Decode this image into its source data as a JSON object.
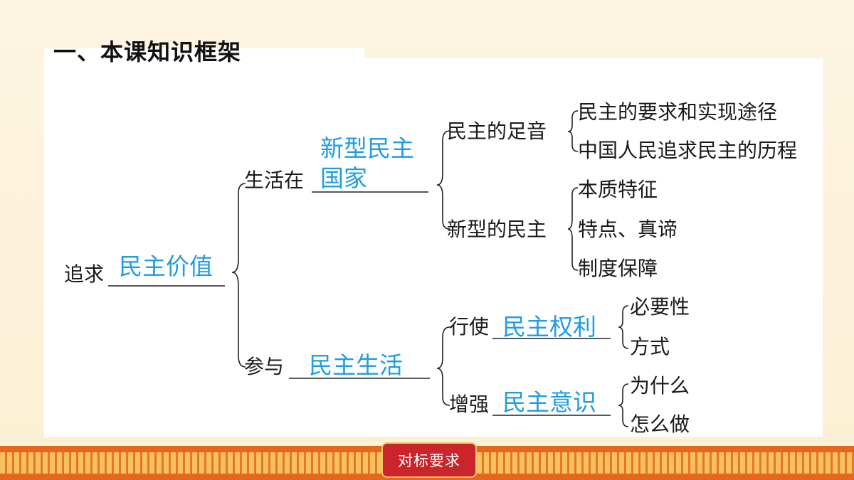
{
  "header": {
    "title": "一、本课知识框架"
  },
  "diagram": {
    "root": {
      "prefix": "追求",
      "answer": "民主价值"
    },
    "branch_live": {
      "prefix": "生活在",
      "answer_line1": "新型民主",
      "answer_line2": "国家"
    },
    "node_footsteps": {
      "label": "民主的足音"
    },
    "footsteps_items": [
      "民主的要求和实现途径",
      "中国人民追求民主的历程"
    ],
    "node_new_democracy": {
      "label": "新型的民主"
    },
    "new_democracy_items": [
      "本质特征",
      "特点、真谛",
      "制度保障"
    ],
    "branch_participate": {
      "prefix": "参与",
      "answer": "民主生活"
    },
    "node_exercise": {
      "prefix": "行使",
      "answer": "民主权利"
    },
    "exercise_items": [
      "必要性",
      "方式"
    ],
    "node_enhance": {
      "prefix": "增强",
      "answer": "民主意识"
    },
    "enhance_items": [
      "为什么",
      "怎么做"
    ]
  },
  "footer": {
    "button_label": "对标要求"
  },
  "colors": {
    "answer": "#1e9de0",
    "button": "#c9252b",
    "band": "#e6781f"
  }
}
